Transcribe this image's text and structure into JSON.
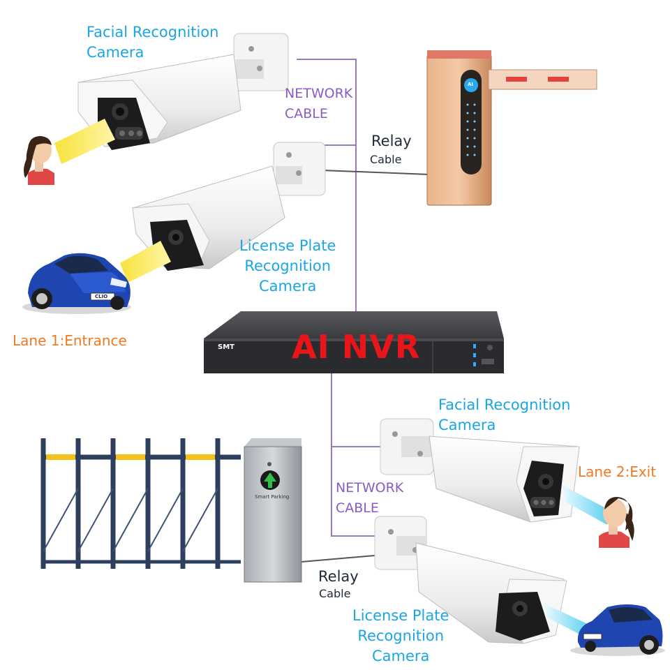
{
  "labels": {
    "facial_cam_1": "Facial Recognition\nCamera",
    "network_cable_1": "NETWORK\nCABLE",
    "relay_1_title": "Relay",
    "relay_1_sub": "Cable",
    "lpr_cam_1": "License Plate\nRecognition\nCamera",
    "lane_1": "Lane 1:Entrance",
    "nvr": "AI NVR",
    "nvr_brand": "SMT",
    "facial_cam_2": "Facial Recognition\nCamera",
    "lane_2": "Lane 2:Exit",
    "network_cable_2": "NETWORK\nCABLE",
    "relay_2_title": "Relay",
    "relay_2_sub": "Cable",
    "lpr_cam_2": "License Plate\nRecognition\nCamera",
    "gate_sign": "Smart Parking",
    "plate_1": "CLIO",
    "barrier_badge": "AI"
  },
  "colors": {
    "label_blue": "#1aa6e6",
    "cable_purple": "#8a5bc6",
    "lane_orange": "#f07a22",
    "nvr_red": "#e8161a",
    "barrier_gold": "#d99a6c",
    "fence_yellow": "#f2c21a",
    "fence_navy": "#2d3f5c",
    "car_blue": "#1f46b0",
    "arrow_green": "#2fbf4a"
  },
  "icons": [
    "bullet-camera",
    "person-profile",
    "car",
    "boom-barrier",
    "fence-gate",
    "nvr-recorder",
    "green-arrow"
  ]
}
